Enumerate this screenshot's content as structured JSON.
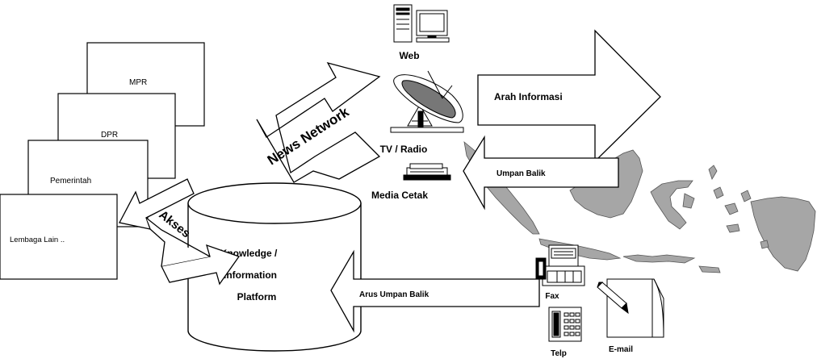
{
  "institutions": {
    "mpr": "MPR",
    "dpr": "DPR",
    "pemerintah": "Pemerintah",
    "lembaga": "Lembaga Lain .."
  },
  "arrows": {
    "akses": "Akses",
    "news_network": "News Network",
    "arah_informasi": "Arah Informasi",
    "umpan_balik": "Umpan Balik",
    "arus_umpan_balik": "Arus Umpan Balik"
  },
  "platform": {
    "line1": "Knowledge /",
    "line2": "Information",
    "line3": "Platform"
  },
  "media": {
    "web": "Web",
    "tv_radio": "TV / Radio",
    "media_cetak": "Media Cetak"
  },
  "feedback_devices": {
    "fax": "Fax",
    "telp": "Telp",
    "email": "E-mail"
  },
  "icons": {
    "computer": "computer-icon",
    "satellite_dish": "satellite-dish-icon",
    "printer": "printer-icon",
    "fax": "fax-machine-icon",
    "telephone": "telephone-icon",
    "email": "notepad-pen-icon",
    "map": "indonesia-map"
  }
}
